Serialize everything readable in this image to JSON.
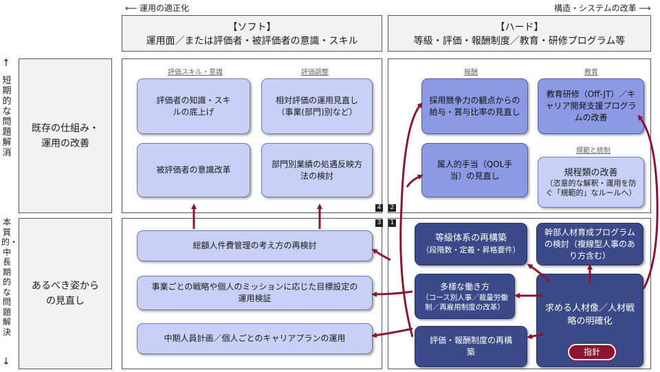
{
  "axis": {
    "left_label": "運用の適正化",
    "right_label": "構造・システムの改革",
    "short_term": "短期的な問題解消",
    "fundamental": "本質的・中長期的な問題解決"
  },
  "columns": {
    "soft": {
      "title": "【ソフト】",
      "subtitle": "運用面／または評価者・被評価者の意識・スキル"
    },
    "hard": {
      "title": "【ハード】",
      "subtitle": "等級・評価・報酬制度／教育・研修プログラム等"
    }
  },
  "rows": {
    "existing": "既存の仕組み・運用の改善",
    "ideal": "あるべき姿からの見直し"
  },
  "sublabels": {
    "eval_skill": "評価スキル・意識",
    "eval_adjust": "評価調整",
    "compensation": "報酬",
    "education": "教育",
    "rules": "規範と統制"
  },
  "quadrant_numbers": {
    "q4": "4",
    "q2": "2",
    "q3": "3",
    "q1": "1"
  },
  "boxes": {
    "knowledge": "評価者の知識・スキルの底上げ",
    "relative": "相対評価の運用見直し（事業(部門)別など）",
    "awareness": "被評価者の意識改革",
    "dept": "部門別業績の処遇反映方法の検討",
    "competitive": "採用競争力の観点からの給与・賞与比率の見直し",
    "training": "教育研修（Off-JT）／キャリア開発支援プログラムの改善",
    "allowance": "属人的手当（QOL手当）の見直し",
    "regulation_title": "規程類の改善",
    "regulation_detail": "（恣意的な解釈・運用を防ぐ「規範的」なルールへ）",
    "total_cost": "総額人件費管理の考え方の再検討",
    "strategy": "事業ごとの戦略や個人のミッションに応じた目標設定の運用検証",
    "career": "中期人員計画／個人ごとのキャリアプランの運用",
    "grade_title": "等級体系の再構築",
    "grade_detail": "（段階数・定義・昇格要件）",
    "leader": "幹部人材育成プログラムの検討（複線型人事のあり方含む）",
    "workstyle_title": "多様な働き方",
    "workstyle_detail": "（コース別人事／裁量労働制／再雇用制度の改革）",
    "eval_pay": "評価・報酬制度の再構築",
    "ideal_person": "求める人材像／人材戦略の明確化",
    "guideline": "指針"
  }
}
